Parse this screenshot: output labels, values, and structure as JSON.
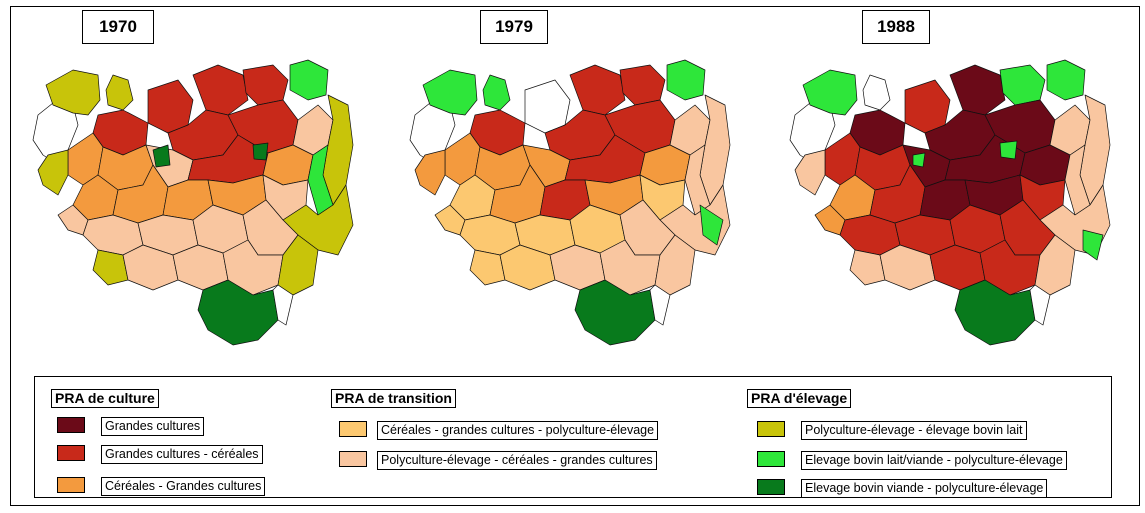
{
  "years": [
    "1970",
    "1979",
    "1988"
  ],
  "colors": {
    "grandes_cultures": "#6b0a18",
    "grandes_cultures_cereales": "#c8291a",
    "cereales_grandes_cultures": "#f39a3e",
    "cereales_gc_polyculture": "#fcc870",
    "polyculture_cereales_gc": "#f9c6a0",
    "polyculture_bovin_lait": "#c8c40a",
    "bovin_lait_viande": "#2ee63a",
    "bovin_viande": "#087a1c",
    "unclassified": "#ffffff"
  },
  "legend": {
    "groups": [
      {
        "title": "PRA de culture",
        "items": [
          {
            "label": "Grandes cultures",
            "color": "#6b0a18"
          },
          {
            "label": "Grandes cultures - céréales",
            "color": "#c8291a"
          },
          {
            "label": "Céréales - Grandes cultures",
            "color": "#f39a3e"
          }
        ]
      },
      {
        "title": "PRA de transition",
        "items": [
          {
            "label": "Céréales - grandes cultures - polyculture-élevage",
            "color": "#fcc870"
          },
          {
            "label": "Polyculture-élevage - céréales - grandes cultures",
            "color": "#f9c6a0"
          }
        ]
      },
      {
        "title": "PRA d'élevage",
        "items": [
          {
            "label": "Polyculture-élevage - élevage bovin lait",
            "color": "#c8c40a"
          },
          {
            "label": "Elevage bovin lait/viande - polyculture-élevage",
            "color": "#2ee63a"
          },
          {
            "label": "Elevage bovin viande - polyculture-élevage",
            "color": "#087a1c"
          }
        ]
      }
    ]
  }
}
